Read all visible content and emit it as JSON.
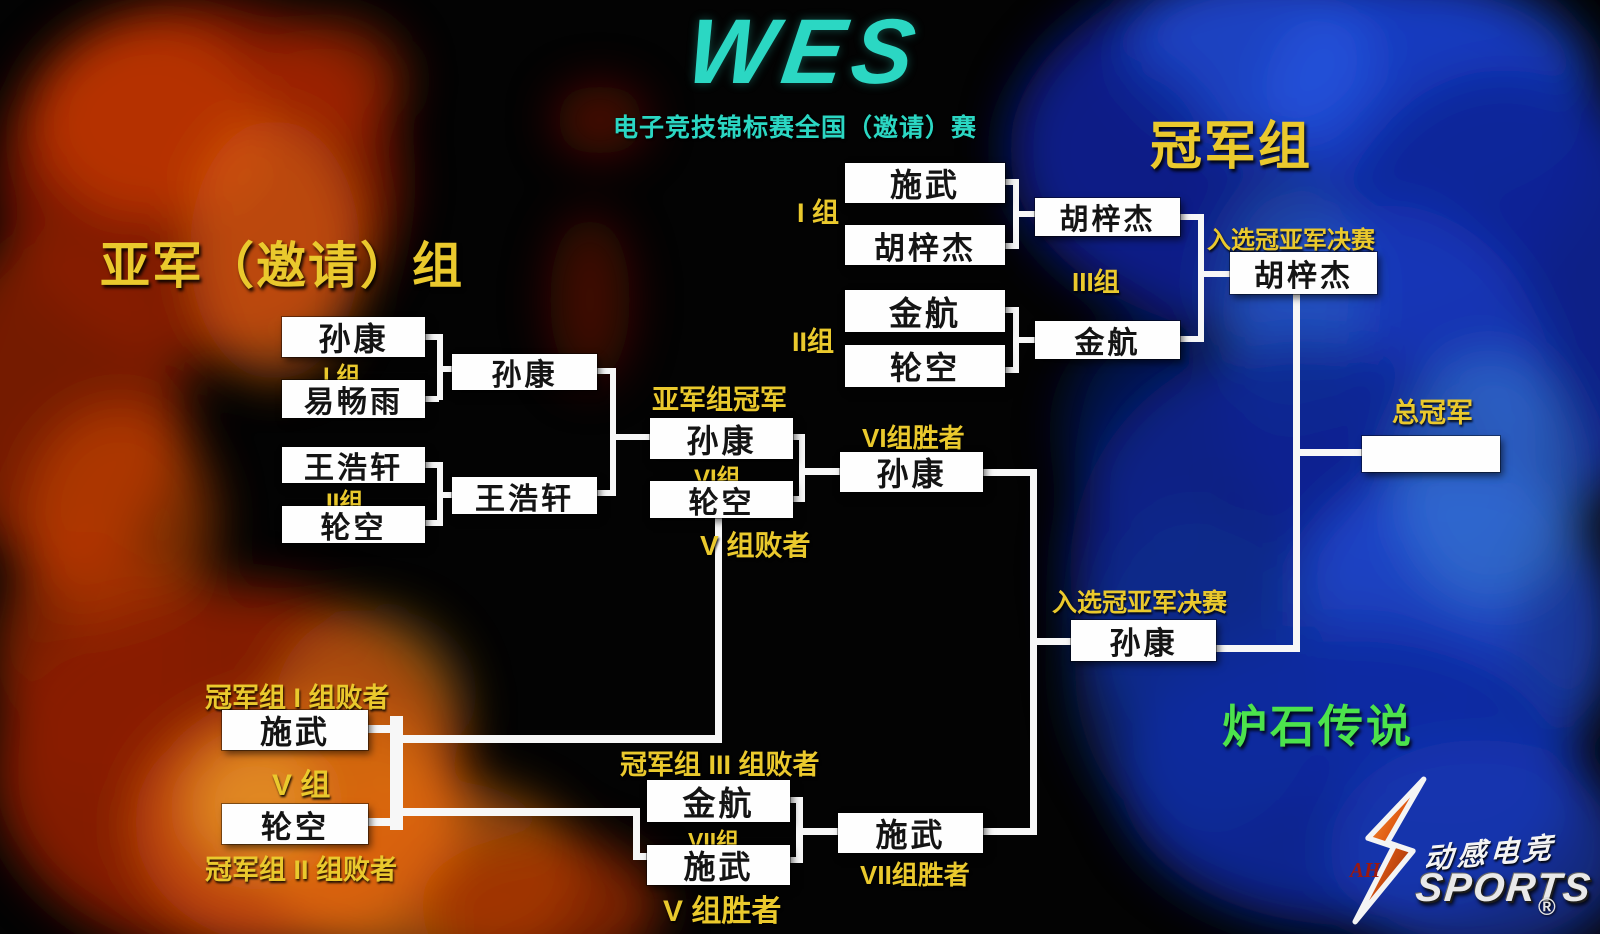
{
  "header": {
    "logo_text": "WES",
    "subtitle": "电子竞技锦标赛全国（邀请）赛"
  },
  "titles": {
    "champion_group": "冠军组",
    "runnerup_group": "亚军（邀请）组",
    "game": "炉石传说"
  },
  "champion_bracket": {
    "group1": {
      "label": "I 组",
      "top": "施武",
      "bottom": "胡梓杰",
      "winner": "胡梓杰"
    },
    "group2": {
      "label": "II组",
      "top": "金航",
      "bottom": "轮空",
      "winner": "金航"
    },
    "group3_label": "III组",
    "qualifier_label": "入选冠亚军决赛",
    "qualifier": "胡梓杰",
    "grand_champion_label": "总冠军",
    "grand_champion": ""
  },
  "runnerup_bracket": {
    "group1": {
      "label": "I 组",
      "top": "孙康",
      "bottom": "易畅雨",
      "winner": "孙康"
    },
    "group2": {
      "label": "II组",
      "top": "王浩轩",
      "bottom": "轮空",
      "winner": "王浩轩"
    },
    "champion_label": "亚军组冠军",
    "group6": {
      "label": "VI组",
      "top": "孙康",
      "bottom": "轮空"
    },
    "group6_loser_note": "V 组败者",
    "group6_winner_label": "VI组胜者",
    "group6_winner": "孙康",
    "qualifier_label": "入选冠亚军决赛",
    "qualifier": "孙康"
  },
  "loser_bracket": {
    "group5_top_note": "冠军组 I 组败者",
    "group5": {
      "label": "V 组",
      "top": "施武",
      "bottom": "轮空"
    },
    "group5_bottom_note": "冠军组 II 组败者",
    "group7_top_note": "冠军组 III 组败者",
    "group7": {
      "label": "VII组",
      "top": "金航",
      "bottom": "施武"
    },
    "group7_bottom_note": "V 组胜者",
    "group7_winner_label": "VII组胜者",
    "group7_winner": "施武"
  },
  "footer_logo": {
    "ah": "AH",
    "brand_cn": "动感电竞",
    "brand_en": "SPORTS",
    "registered": "®"
  },
  "colors": {
    "accent_teal": "#2bd7c3",
    "accent_yellow": "#eac92d",
    "accent_green": "#4ce34c",
    "box_bg": "#fefefe",
    "line": "#f7f7f7"
  }
}
